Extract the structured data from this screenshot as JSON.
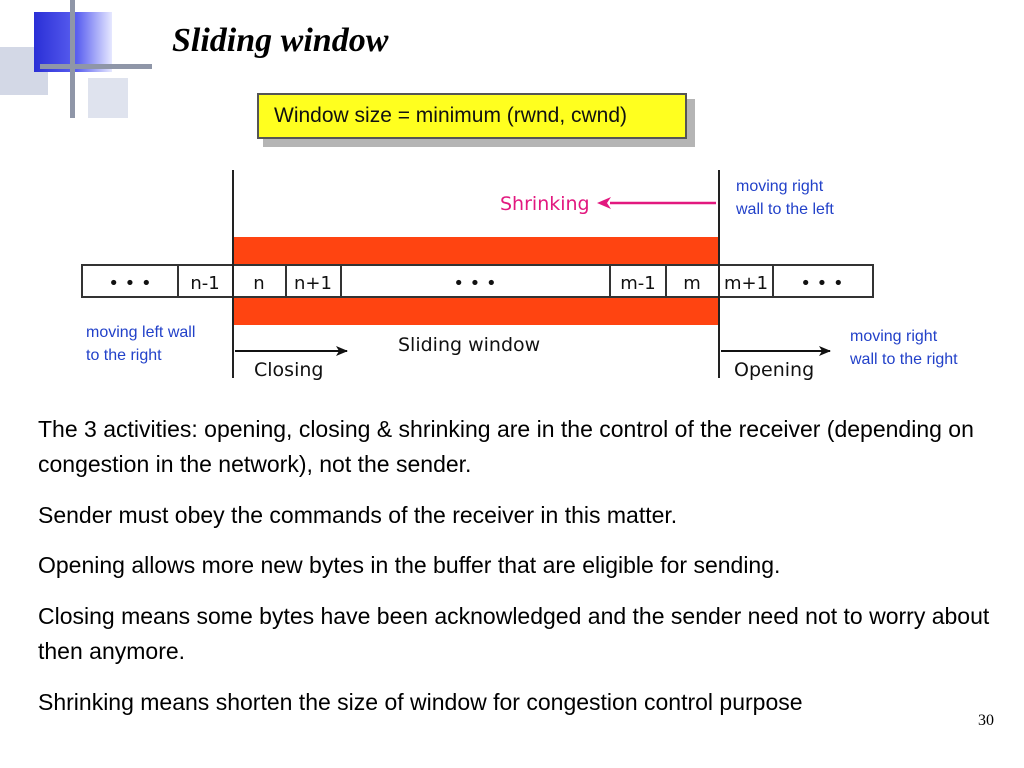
{
  "slide": {
    "title": "Sliding window",
    "page_number": "30"
  },
  "formula": "Window size = minimum (rwnd, cwnd)",
  "diagram": {
    "cells": [
      "• • •",
      "n-1",
      "n",
      "n+1",
      "• • •",
      "m-1",
      "m",
      "m+1",
      "• • •"
    ],
    "shrinking_label": "Shrinking",
    "sliding_window_label": "Sliding window",
    "closing_label": "Closing",
    "opening_label": "Opening",
    "window_color": "#ff4411",
    "shrinking_color": "#e2187f"
  },
  "annotations": {
    "right_wall_left": [
      "moving right",
      "wall to the left"
    ],
    "left_wall_right": [
      "moving left wall",
      "to the right"
    ],
    "right_wall_right": [
      "moving right",
      "wall to the right"
    ]
  },
  "paragraphs": [
    "The 3 activities: opening, closing & shrinking are in the control of the receiver (depending on congestion in the network), not the sender.",
    "Sender must obey the commands of the receiver in this matter.",
    "Opening allows more new bytes in the buffer that are eligible for sending.",
    "Closing means some bytes have been acknowledged and the sender need not to worry about then anymore.",
    "Shrinking means shorten the size of window for congestion control purpose"
  ]
}
